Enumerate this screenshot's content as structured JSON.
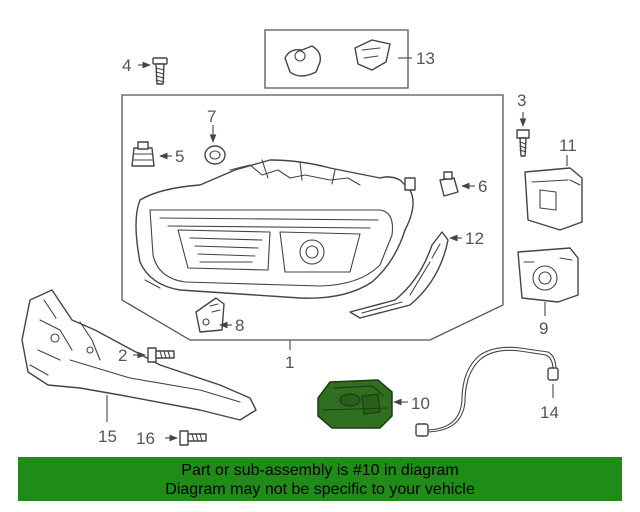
{
  "callouts": {
    "c1": "1",
    "c2": "2",
    "c3": "3",
    "c4": "4",
    "c5": "5",
    "c6": "6",
    "c7": "7",
    "c8": "8",
    "c9": "9",
    "c10": "10",
    "c11": "11",
    "c12": "12",
    "c13": "13",
    "c14": "14",
    "c15": "15",
    "c16": "16"
  },
  "highlight": {
    "part": "10",
    "color": "#2f6f1f"
  },
  "banner": {
    "line1": "Part or sub-assembly is #10 in diagram",
    "line2": "Diagram may not be specific to your vehicle",
    "background": "#1f8c17"
  }
}
